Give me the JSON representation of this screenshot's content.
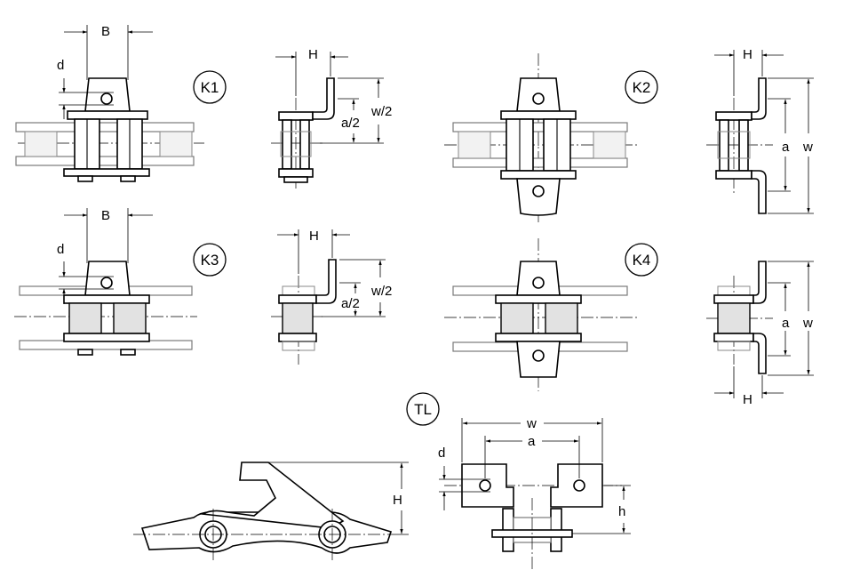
{
  "badges": {
    "k1": "K1",
    "k2": "K2",
    "k3": "K3",
    "k4": "K4",
    "tl": "TL"
  },
  "dims": {
    "B": "B",
    "d": "d",
    "H": "H",
    "a": "a",
    "w": "w",
    "a_half": "a/2",
    "w_half": "w/2",
    "h": "h"
  }
}
